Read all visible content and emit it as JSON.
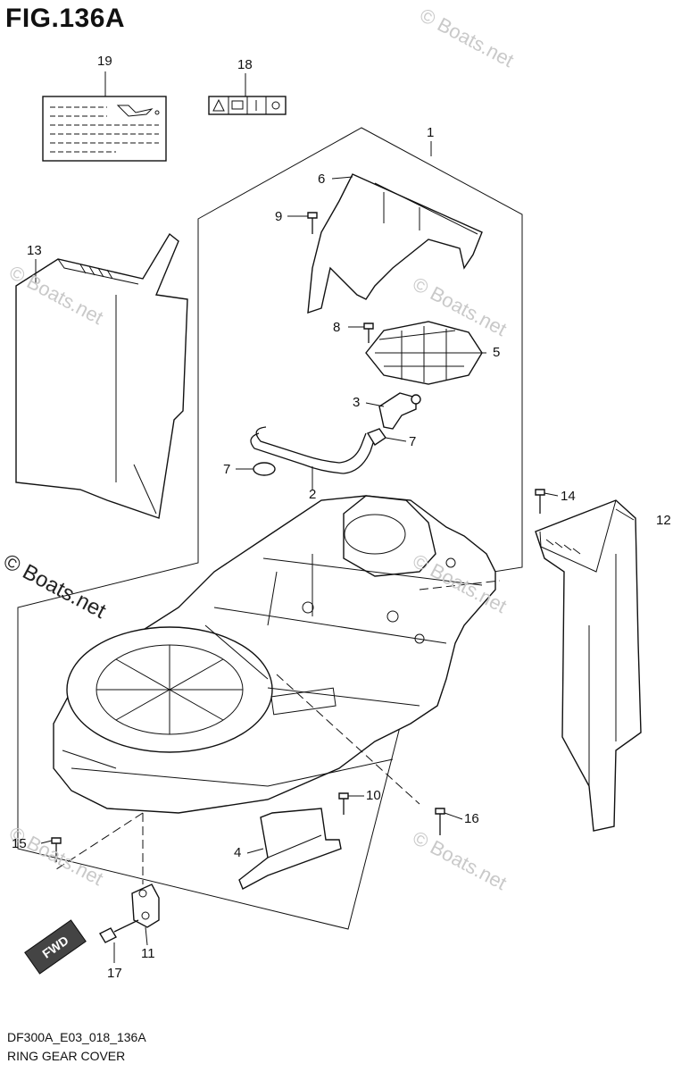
{
  "figure": {
    "title": "FIG.136A",
    "model_code": "DF300A_E03_018_136A",
    "caption": "RING GEAR COVER",
    "fwd_label": "FWD"
  },
  "watermarks": {
    "text_light": "© Boats.net",
    "text_dark": "© Boats.net"
  },
  "callouts": [
    {
      "id": "c1",
      "number": "1"
    },
    {
      "id": "c2",
      "number": "2"
    },
    {
      "id": "c3",
      "number": "3"
    },
    {
      "id": "c4",
      "number": "4"
    },
    {
      "id": "c5",
      "number": "5"
    },
    {
      "id": "c6",
      "number": "6"
    },
    {
      "id": "c7a",
      "number": "7"
    },
    {
      "id": "c7b",
      "number": "7"
    },
    {
      "id": "c8",
      "number": "8"
    },
    {
      "id": "c9",
      "number": "9"
    },
    {
      "id": "c10",
      "number": "10"
    },
    {
      "id": "c11",
      "number": "11"
    },
    {
      "id": "c12",
      "number": "12"
    },
    {
      "id": "c13",
      "number": "13"
    },
    {
      "id": "c14",
      "number": "14"
    },
    {
      "id": "c15",
      "number": "15"
    },
    {
      "id": "c16",
      "number": "16"
    },
    {
      "id": "c17",
      "number": "17"
    },
    {
      "id": "c18",
      "number": "18"
    },
    {
      "id": "c19",
      "number": "19"
    }
  ],
  "colors": {
    "line": "#111111",
    "background": "#ffffff",
    "watermark": "#c9c9c9"
  }
}
